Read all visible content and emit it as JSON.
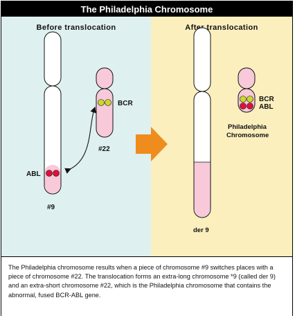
{
  "title": "The Philadelphia Chromosome",
  "panels": {
    "before": {
      "title": "Before translocation",
      "chr9_label": "#9",
      "chr22_label": "#22",
      "abl_label": "ABL",
      "bcr_label": "BCR"
    },
    "after": {
      "title": "After translocation",
      "der9_label": "der 9",
      "bcr_label": "BCR",
      "abl_label": "ABL",
      "ph_label_line1": "Philadelphia",
      "ph_label_line2": "Chromosome"
    }
  },
  "caption": "The Philadelphia chromosome results when a piece of chromosome #9 switches places with a piece of chromosome #22. The translocation forms an extra-long chromosome *9 (called der 9) and an extra-short chromosome #22, which is the Philadelphia chromosome that contains the abnormal, fused BCR-ABL gene.",
  "colors": {
    "before_bg": "#def0ef",
    "after_bg": "#fbefbe",
    "chr9_fill": "#ffffff",
    "chr22_fill": "#f7c9d9",
    "bcr_gene": "#c7d92a",
    "abl_gene": "#e0103c",
    "arrow": "#ee8d1e"
  },
  "icons": {
    "swap_arrow": "curved-double-arrow-icon",
    "transition_arrow": "right-arrow-icon"
  }
}
